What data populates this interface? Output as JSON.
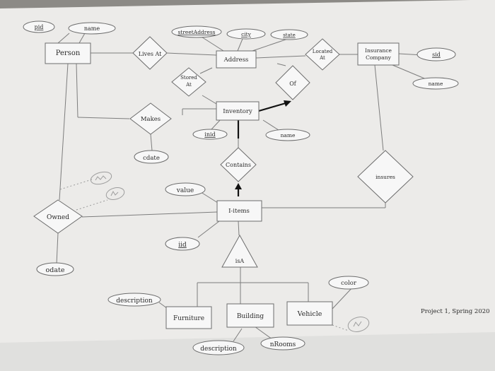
{
  "entities": {
    "person": "Person",
    "address": "Address",
    "insurance_company": [
      "Insurance",
      "Company"
    ],
    "inventory": "Inventory",
    "items": "I-items",
    "furniture": "Furniture",
    "building": "Building",
    "vehicle": "Vehicle"
  },
  "relationships": {
    "lives_at": "Lives At",
    "located_at": [
      "Located",
      "At"
    ],
    "stored_at": [
      "Stored",
      "At"
    ],
    "of": "Of",
    "makes": "Makes",
    "contains": "Contains",
    "insures": "insures",
    "owned": "Owned",
    "isa": "isA"
  },
  "attributes": {
    "pid": "pid",
    "person_name": "name",
    "street_address": "streetAddress",
    "city": "city",
    "state": "state",
    "sid": "sid",
    "company_name": "name",
    "inid": "inid",
    "inventory_name": "name",
    "cdate": "cdate",
    "value": "value",
    "iid": "iid",
    "odate": "odate",
    "color": "color",
    "description_furniture": "description",
    "description_building": "description",
    "nrooms": "nRooms"
  },
  "footer": "Project 1, Spring 2020"
}
